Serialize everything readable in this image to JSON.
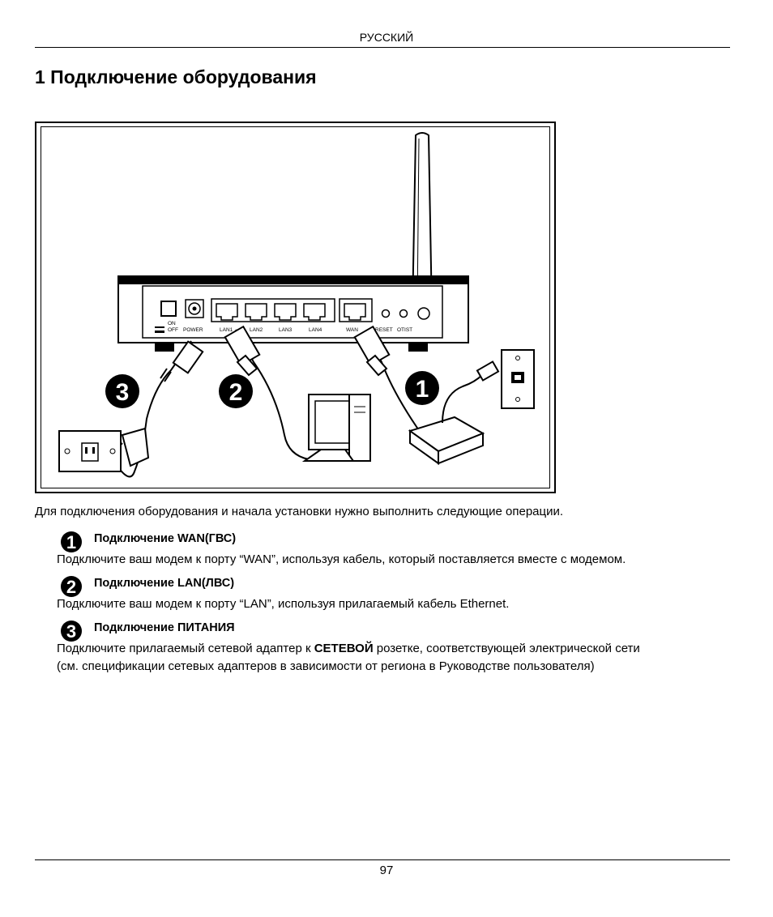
{
  "header": {
    "language": "РУССКИЙ"
  },
  "title": "1 Подключение оборудования",
  "figure": {
    "port_labels": {
      "on": "ON",
      "off": "OFF",
      "power": "POWER",
      "lan1": "LAN1",
      "lan2": "LAN2",
      "lan3": "LAN3",
      "lan4": "LAN4",
      "wan": "WAN",
      "reset": "RESET",
      "otist": "OTIST"
    },
    "callouts": [
      "3",
      "2",
      "1"
    ]
  },
  "intro": "Для подключения оборудования и начала установки нужно выполнить следующие операции.",
  "steps": [
    {
      "number": "1",
      "title": "Подключение WAN(ГВС)",
      "text": "Подключите ваш модем к порту “WAN”, используя кабель, который поставляется вместе с модемом."
    },
    {
      "number": "2",
      "title": "Подключение LAN(ЛВС)",
      "text": "Подключите ваш модем к порту “LAN”, используя прилагаемый кабель Ethernet."
    },
    {
      "number": "3",
      "title": "Подключение ПИТАНИЯ",
      "text_before": "Подключите прилагаемый сетевой адаптер к ",
      "text_bold": "СЕТЕВОЙ",
      "text_after": " розетке, соответствующей электрической сети",
      "text_line2": "(см. спецификации сетевых адаптеров в зависимости от региона в Руководстве пользователя)"
    }
  ],
  "page_number": "97"
}
